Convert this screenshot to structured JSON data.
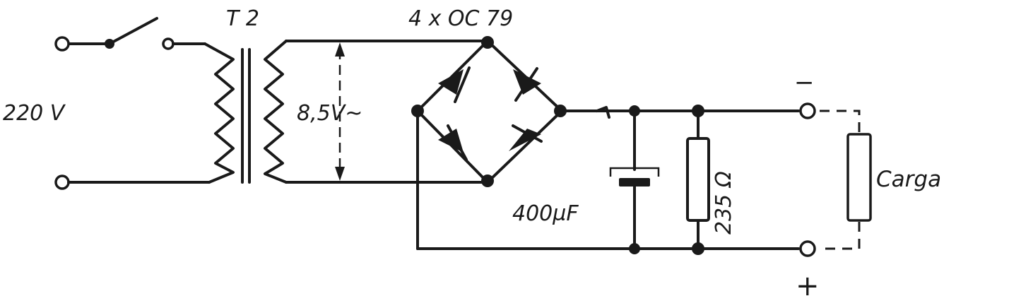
{
  "labels": {
    "mains_voltage": "220 V",
    "transformer": "T 2",
    "secondary_voltage": "8,5V~",
    "diodes": "4 x OC 79",
    "capacitor": "400µF",
    "resistor": "235 Ω",
    "load": "Carga",
    "minus": "−",
    "plus": "+"
  }
}
